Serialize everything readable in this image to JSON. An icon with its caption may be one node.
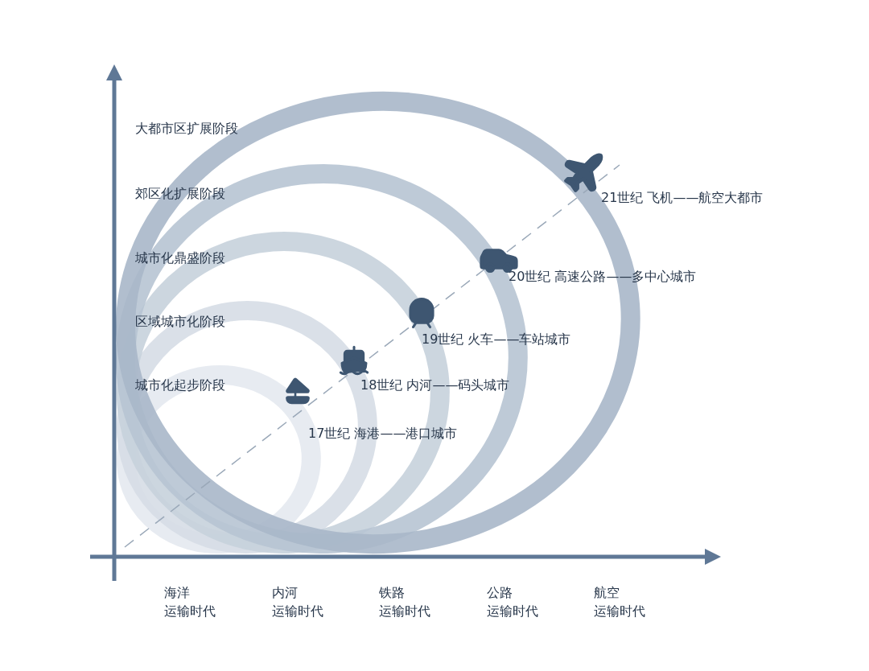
{
  "diagram": {
    "labels": [
      "大都市区扩展阶段",
      "郊区化扩展阶段",
      "城市化鼎盛阶段",
      "区域城市化阶段",
      "城市化起步阶段",
      "21世纪 飞机——航空大都市",
      "20世纪 高速公路——多中心城市",
      "19世纪 火车——车站城市",
      "18世纪 内河——码头城市",
      "17世纪 海港——港口城市",
      "海洋",
      "运输时代",
      "内河",
      "运输时代",
      "铁路",
      "运输时代",
      "公路",
      "运输时代",
      "航空",
      "运输时代"
    ]
  }
}
